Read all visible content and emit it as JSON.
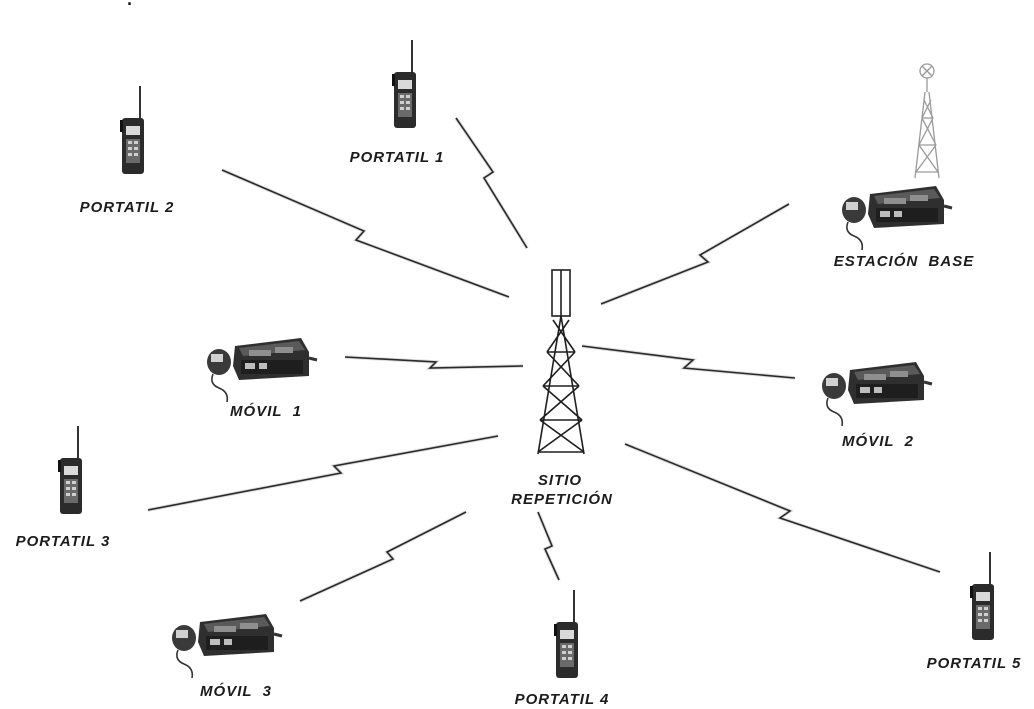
{
  "top_mark": "·",
  "repeater": {
    "label_line1": "SITIO",
    "label_line2": "REPETICIÓN"
  },
  "nodes": [
    {
      "id": "portatil-1",
      "label": "PORTATIL 1",
      "kind": "handheld"
    },
    {
      "id": "portatil-2",
      "label": "PORTATIL 2",
      "kind": "handheld"
    },
    {
      "id": "estacion-base",
      "label": "ESTACIÓN  BASE",
      "kind": "base"
    },
    {
      "id": "movil-1",
      "label": "MÓVIL  1",
      "kind": "mobile"
    },
    {
      "id": "movil-2",
      "label": "MÓVIL  2",
      "kind": "mobile"
    },
    {
      "id": "portatil-3",
      "label": "PORTATIL 3",
      "kind": "handheld"
    },
    {
      "id": "movil-3",
      "label": "MÓVIL  3",
      "kind": "mobile"
    },
    {
      "id": "portatil-4",
      "label": "PORTATIL 4",
      "kind": "handheld"
    },
    {
      "id": "portatil-5",
      "label": "PORTATIL 5",
      "kind": "handheld"
    }
  ]
}
